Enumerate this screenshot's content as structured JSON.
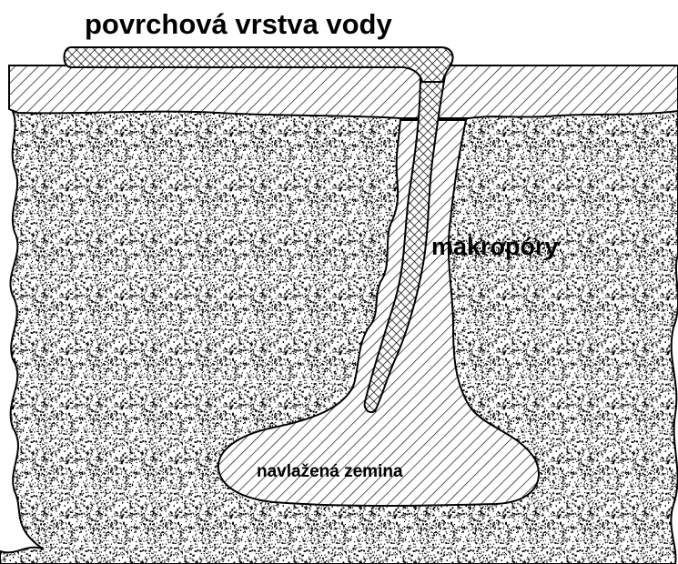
{
  "diagram": {
    "labels": {
      "surface_water": "povrchová vrstva vody",
      "macropores": "makropóry",
      "wetted_soil": "navlažená zemina"
    },
    "colors": {
      "ink": "#000000",
      "background": "#ffffff"
    },
    "legend_patterns": {
      "soil": "stipple",
      "wetted_soil": "diagonal-hatch",
      "water": "cross-hatch"
    }
  }
}
